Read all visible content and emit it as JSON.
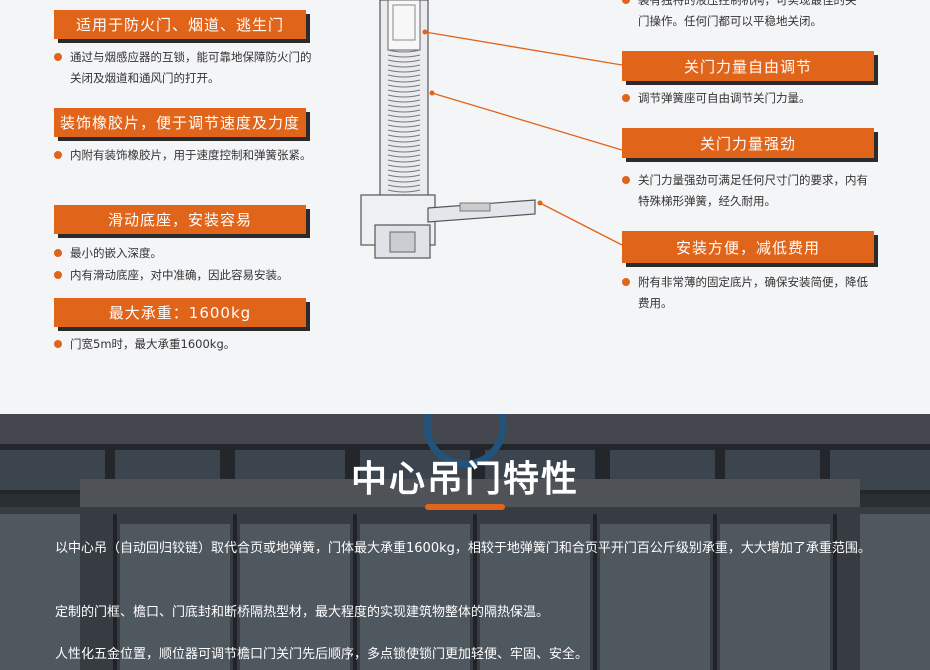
{
  "left_features": [
    {
      "title": "适用于防火门、烟道、逃生门",
      "bullets": [
        "通过与烟感应器的互锁，能可靠地保障防火门的关闭及烟道和通风门的打开。"
      ]
    },
    {
      "title": "装饰橡胶片，便于调节速度及力度",
      "bullets": [
        "内附有装饰橡胶片，用于速度控制和弹簧张紧。"
      ]
    },
    {
      "title": "滑动底座，安装容易",
      "bullets": [
        "最小的嵌入深度。",
        "内有滑动底座，对中准确，因此容易安装。"
      ]
    },
    {
      "title": "最大承重：1600kg",
      "bullets": [
        "门宽5m时，最大承重1600kg。"
      ]
    }
  ],
  "right_top_partial": [
    "装有独特的液压控制机构，可实现最佳的关",
    "门操作。任何门都可以平稳地关闭。"
  ],
  "right_features": [
    {
      "title": "关门力量自由调节",
      "bullets": [
        "调节弹簧座可自由调节关门力量。"
      ]
    },
    {
      "title": "关门力量强劲",
      "bullets": [
        "关门力量强劲可满足任何尺寸门的要求，内有特殊梯形弹簧，经久耐用。"
      ]
    },
    {
      "title": "安装方便，减低费用",
      "bullets": [
        "附有非常薄的固定底片，确保安装简便，降低费用。"
      ]
    }
  ],
  "section": {
    "title": "中心吊门特性",
    "paragraphs": [
      "以中心吊（自动回归铰链）取代合页或地弹簧，门体最大承重1600kg，相较于地弹簧门和合页平开门百公斤级别承重，大大增加了承重范围。",
      "定制的门框、檐口、门底封和断桥隔热型材，最大程度的实现建筑物整体的隔热保温。",
      "人性化五金位置，顺位器可调节檐口门关门先后顺序，多点锁使锁门更加轻便、牢固、安全。"
    ]
  },
  "colors": {
    "accent": "#e0641a",
    "dark": "#2b2b2b"
  }
}
